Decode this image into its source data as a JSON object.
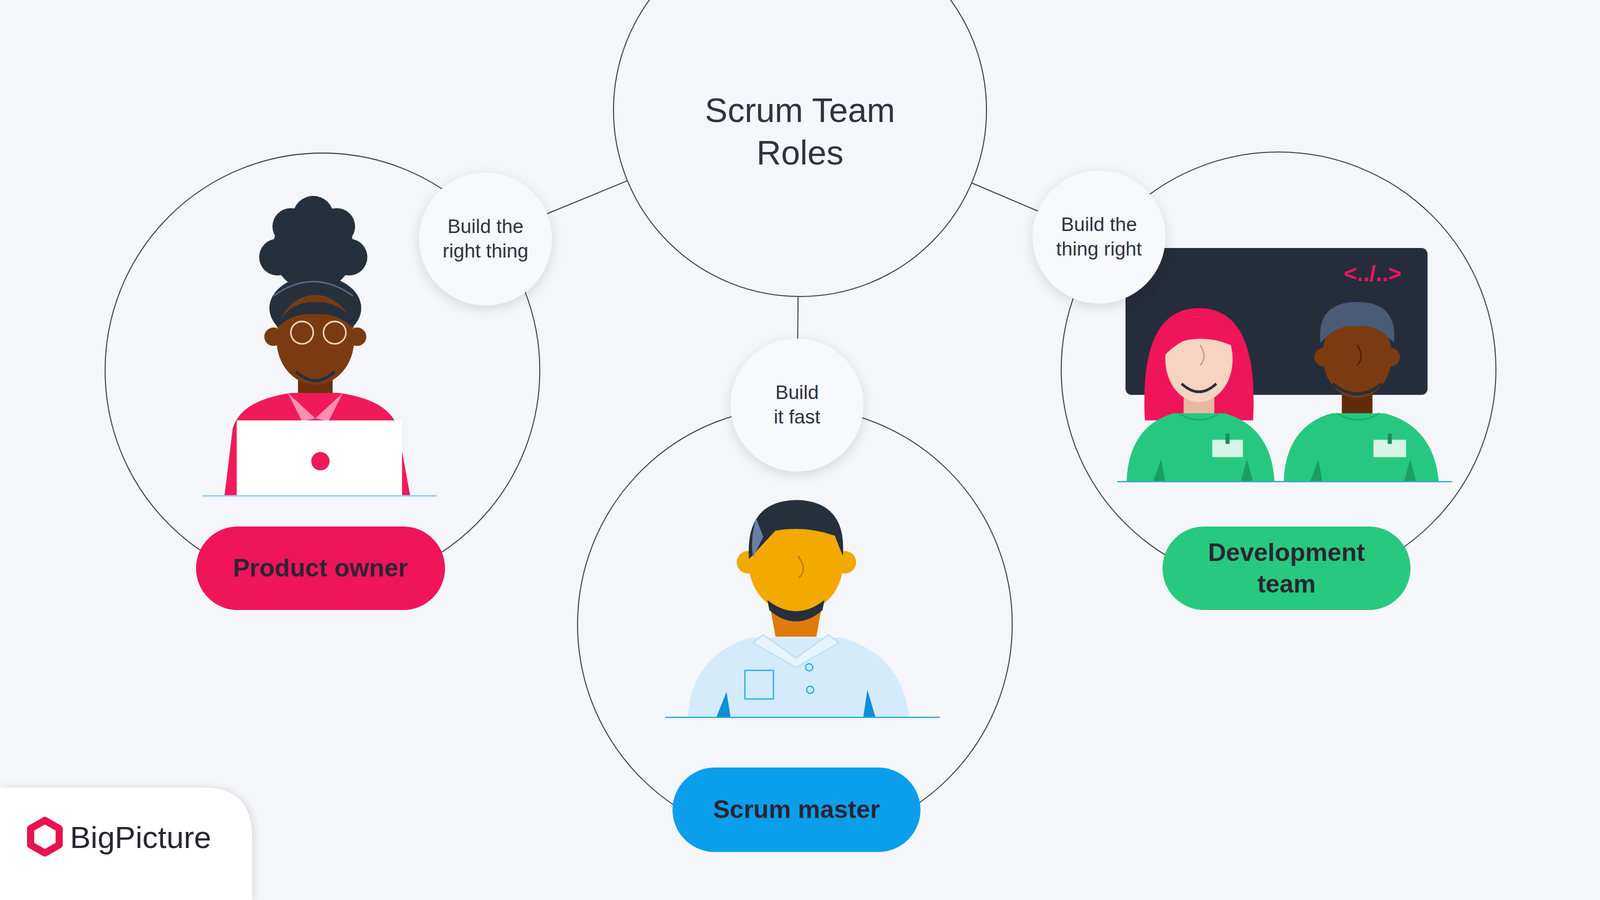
{
  "diagram": {
    "nodes": [
      {
        "text": [
          "Scrum Team Roles"
        ]
      },
      {
        "text": [
          "Build the right thing"
        ]
      },
      {
        "text": [
          "Product owner"
        ]
      },
      {
        "text": [
          "Build it fast"
        ]
      },
      {
        "text": [
          "Scrum master"
        ]
      },
      {
        "text": [
          "Build the thing right"
        ]
      },
      {
        "text": [
          "Development team"
        ]
      }
    ],
    "edges": [
      {
        "from": 0,
        "to": 1,
        "arrow": "none"
      },
      {
        "from": 0,
        "to": 3,
        "arrow": "none"
      },
      {
        "from": 0,
        "to": 5,
        "arrow": "none"
      }
    ],
    "labels": [
      "<../..>",
      "BigPicture"
    ]
  }
}
